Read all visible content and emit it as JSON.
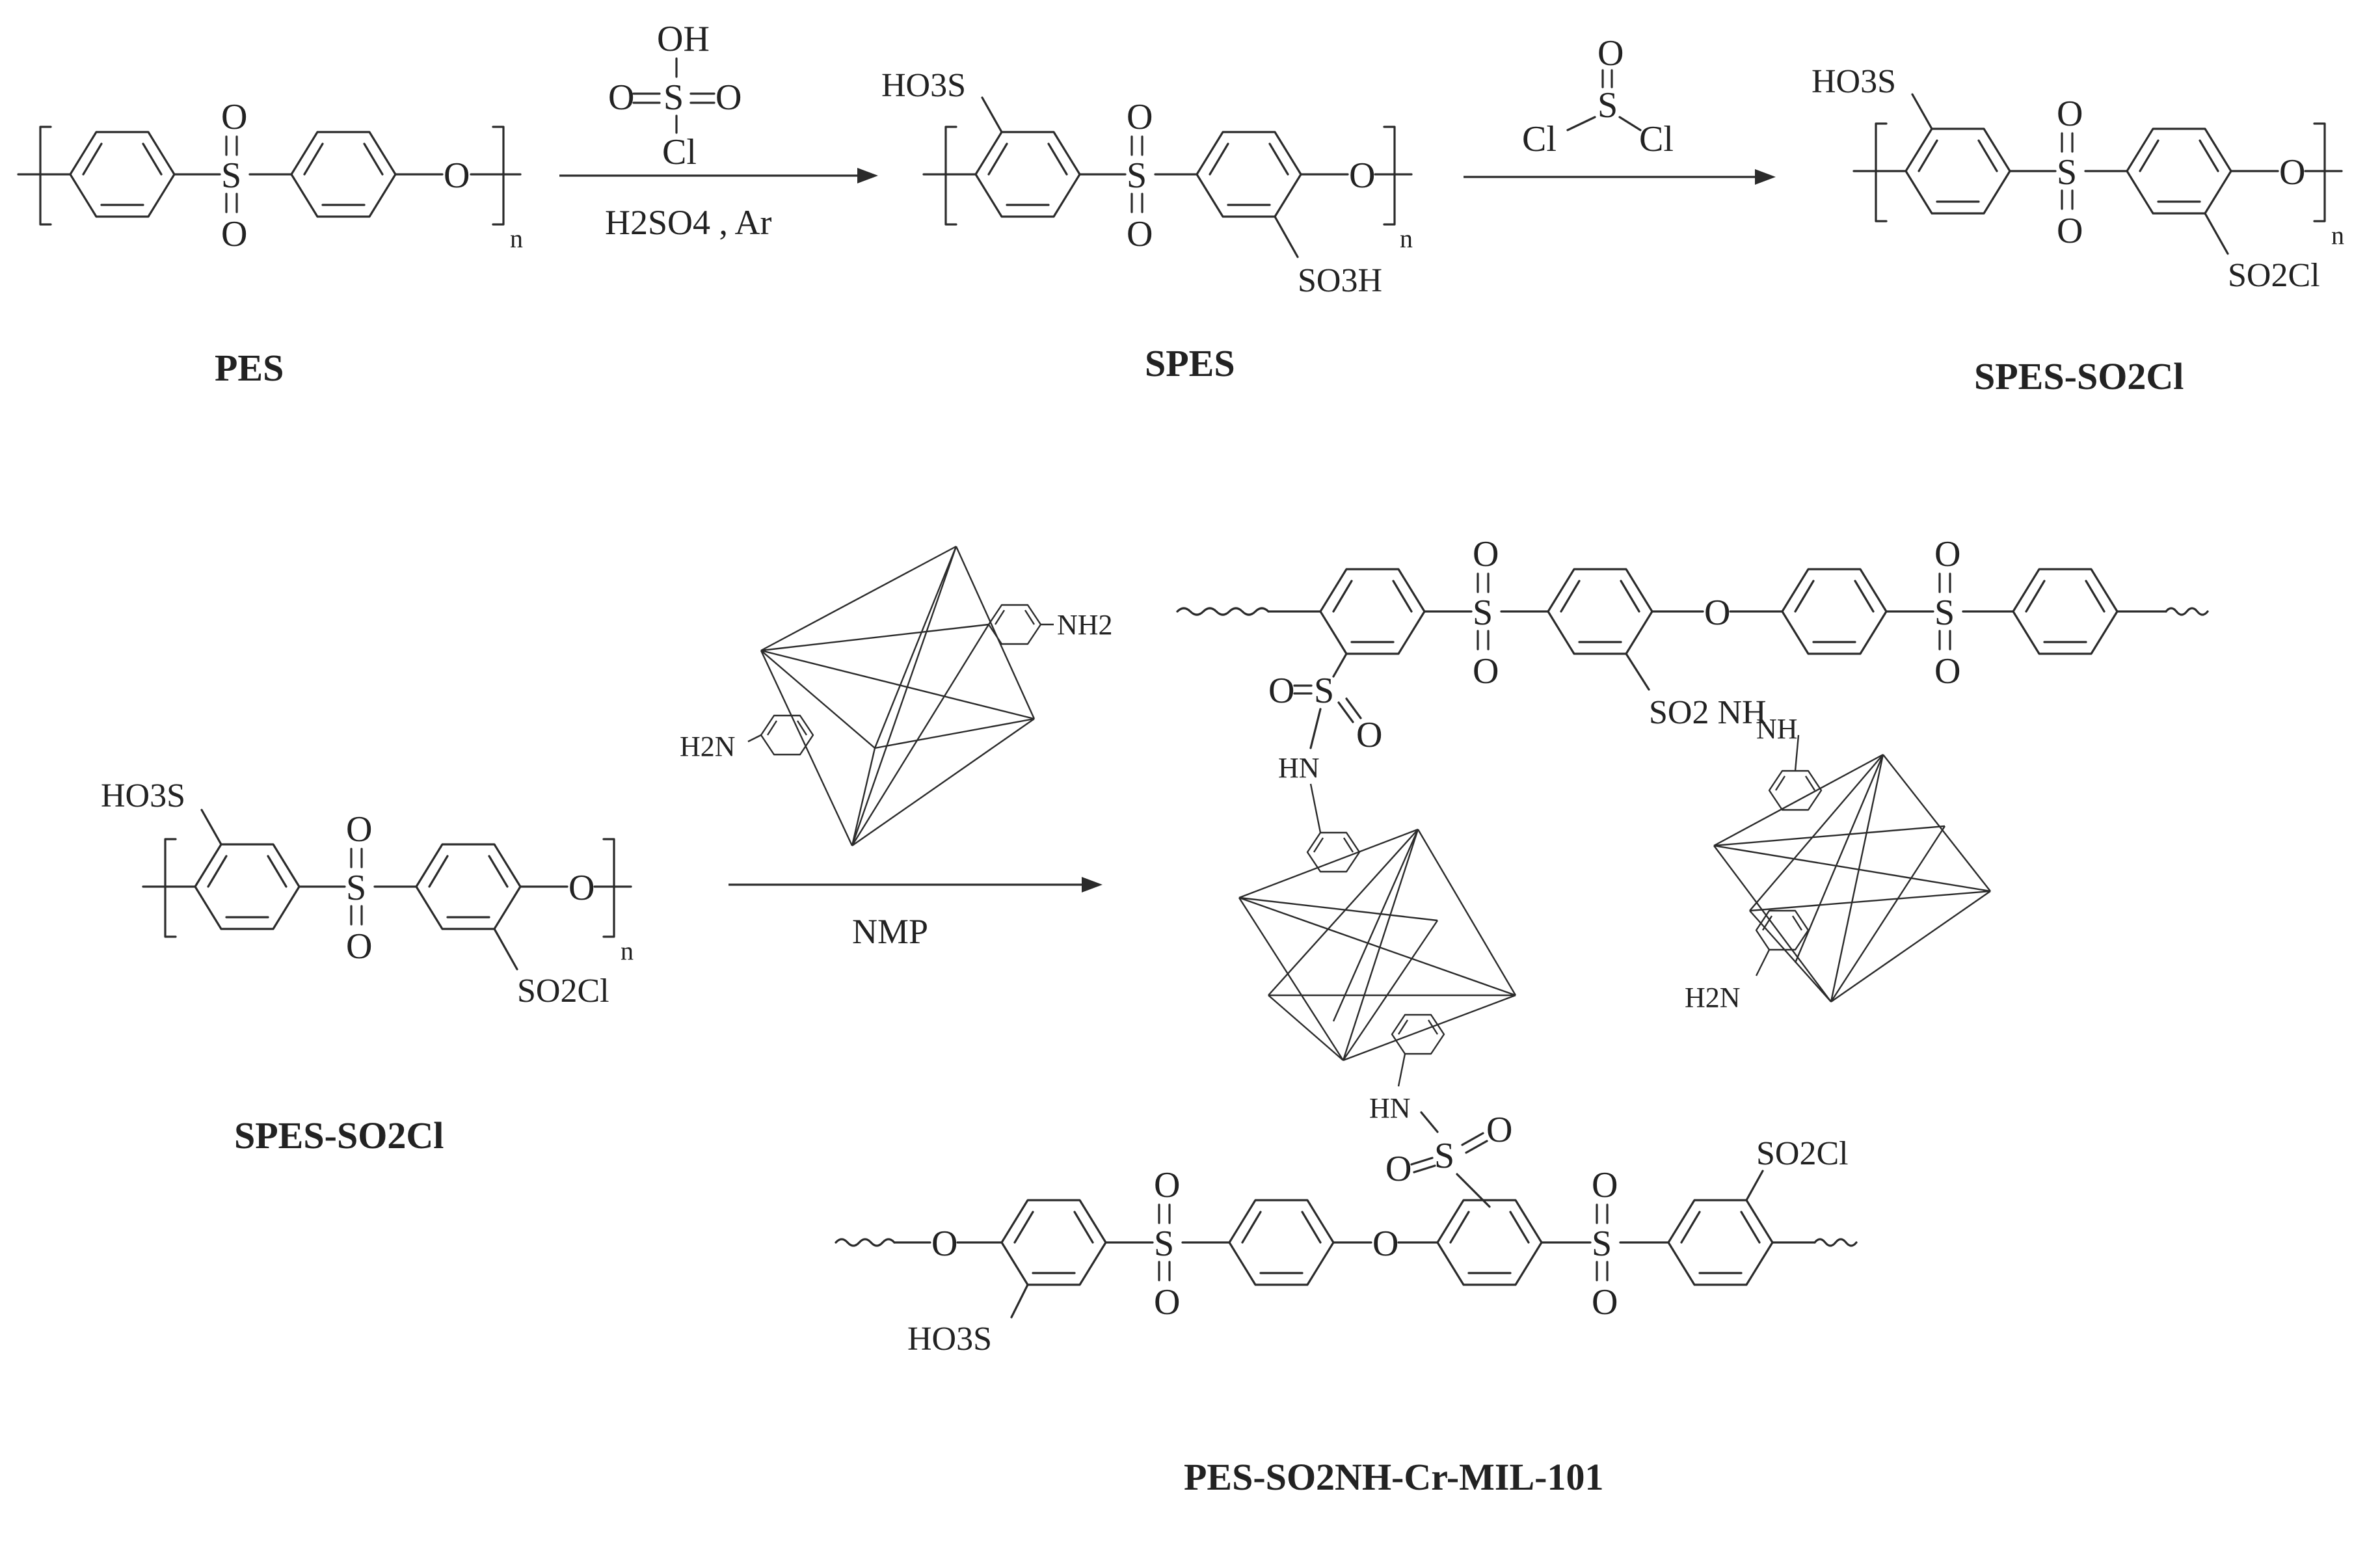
{
  "labels": {
    "pes": "PES",
    "spes": "SPES",
    "spes_so2cl_top": "SPES-SO2Cl",
    "spes_so2cl_left": "SPES-SO2Cl",
    "product": "PES-SO2NH-Cr-MIL-101"
  },
  "conditions": {
    "step1_acid": "H2SO4 , Ar",
    "step1_reagent_atoms": [
      "OH",
      "S",
      "O",
      "O",
      "Cl"
    ],
    "step2_reagent_atoms": [
      "Cl",
      "S",
      "O",
      "Cl"
    ],
    "step3_solvent": "NMP"
  },
  "groups": {
    "ho3s": "HO3S",
    "so3h": "SO3H",
    "so2cl": "SO2Cl",
    "so2_nh": "SO2 NH",
    "nh2": "NH2",
    "h2n": "H2N",
    "hn": "HN",
    "o": "O",
    "s": "S",
    "n_index": "n"
  }
}
